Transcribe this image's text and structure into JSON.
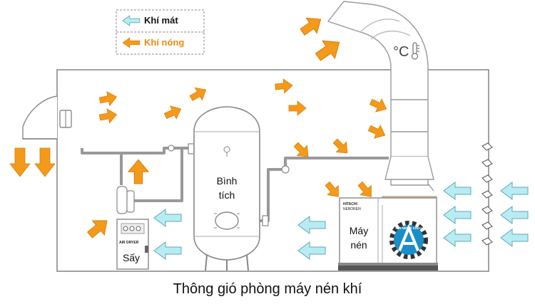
{
  "legend": {
    "cool_air": "Khí mát",
    "hot_air": "Khí nóng"
  },
  "labels": {
    "tank_line1": "Bình",
    "tank_line2": "tích",
    "compressor_line1": "Máy",
    "compressor_line2": "nén",
    "dryer": "Sấy",
    "dryer_plate": "AIR DRYER",
    "compressor_brand": "HITACHI",
    "compressor_model": "NEBOREN",
    "logo_text": "KHÍ NÉN Á CHÂU",
    "temperature": "°C"
  },
  "caption": "Thông gió phòng máy nén  khí",
  "colors": {
    "hot_arrow": "#f39a1b",
    "cool_arrow": "#b9ecf2",
    "cool_arrow_stroke": "#5aa8bb",
    "outline": "#8a8a8a",
    "logo_blue": "#1a8ec9",
    "logo_dark": "#333333"
  },
  "icons": {
    "thermometer": "thermometer-icon",
    "gear_logo": "gear-logo-icon"
  }
}
